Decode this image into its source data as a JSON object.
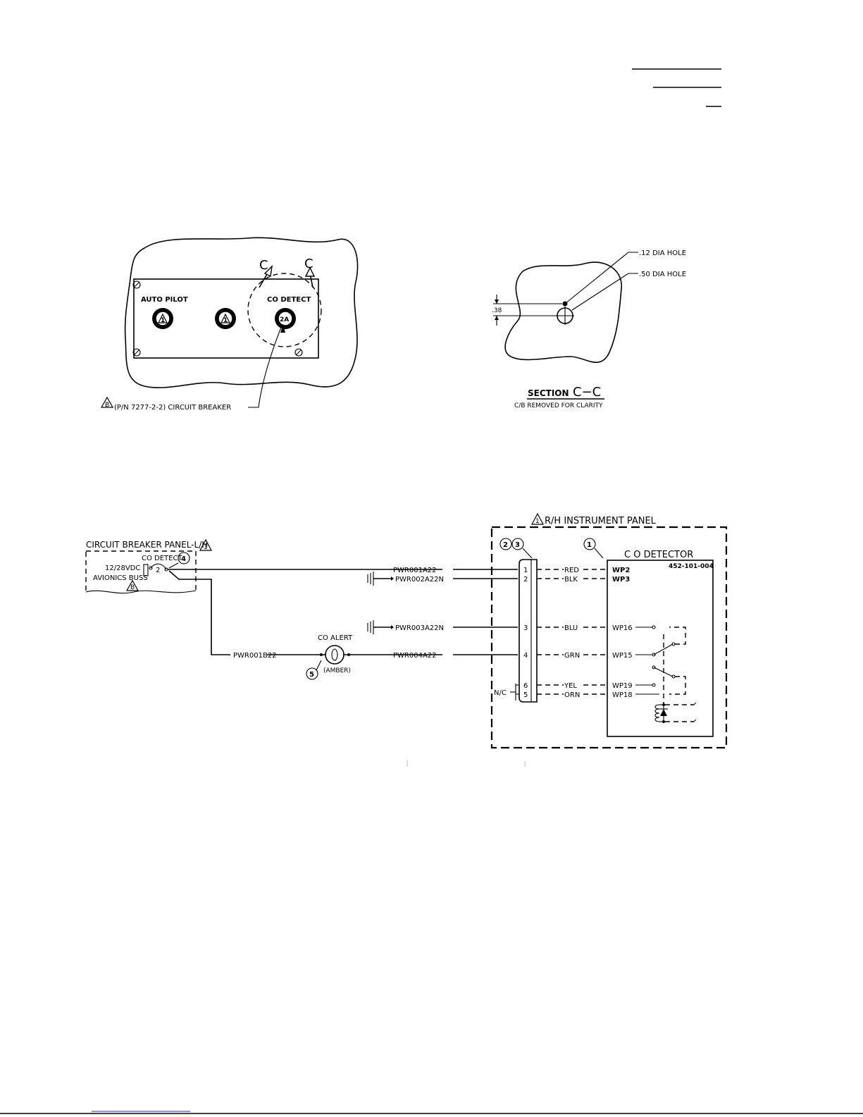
{
  "panel_view": {
    "labels": {
      "auto_pilot": "AUTO PILOT",
      "co_detect": "CO DETECT",
      "section_mark": "C",
      "breaker_callout": "(P/N 7277-2-2) CIRCUIT BREAKER",
      "breaker_callout_flag": "B"
    },
    "breakers": [
      {
        "label": "1"
      },
      {
        "label": "1"
      },
      {
        "label": "2A"
      }
    ]
  },
  "section_view": {
    "hole_small": ".12 DIA HOLE",
    "hole_large": ".50 DIA HOLE",
    "dimension": ".38",
    "title_word": "SECTION",
    "title_mark": "C−C",
    "subtitle": "C/B REMOVED FOR CLARITY"
  },
  "schematic": {
    "cb_panel": {
      "title": "CIRCUIT BREAKER PANEL-L/H",
      "title_flag": "1",
      "voltage": "12/28VDC",
      "buss": "AVIONICS BUSS",
      "buss_flag": "B",
      "breaker_label": "CO DETECT",
      "breaker_amps": "2",
      "breaker_item": "4"
    },
    "rh_panel": {
      "title": "R/H INSTRUMENT PANEL",
      "title_flag": "1"
    },
    "connector_items": [
      "2",
      "3"
    ],
    "detector": {
      "item": "1",
      "title": "C O DETECTOR",
      "part_number": "452-101-004"
    },
    "alert_lamp": {
      "label": "CO ALERT",
      "color": "(AMBER)",
      "item": "5"
    },
    "nc_label": "N/C",
    "wires": [
      {
        "wire": "PWR001A22",
        "pin": "1",
        "color": "RED",
        "terminal": "WP2"
      },
      {
        "wire": "PWR002A22N",
        "pin": "2",
        "color": "BLK",
        "terminal": "WP3"
      },
      {
        "wire": "PWR003A22N",
        "pin": "3",
        "color": "BLU",
        "terminal": "WP16"
      },
      {
        "wire": "PWR004A22",
        "pin": "4",
        "color": "GRN",
        "terminal": "WP15"
      },
      {
        "wire": "",
        "pin": "6",
        "color": "YEL",
        "terminal": "WP19"
      },
      {
        "wire": "",
        "pin": "5",
        "color": "ORN",
        "terminal": "WP18"
      }
    ],
    "branch_wire": "PWR001B22"
  }
}
